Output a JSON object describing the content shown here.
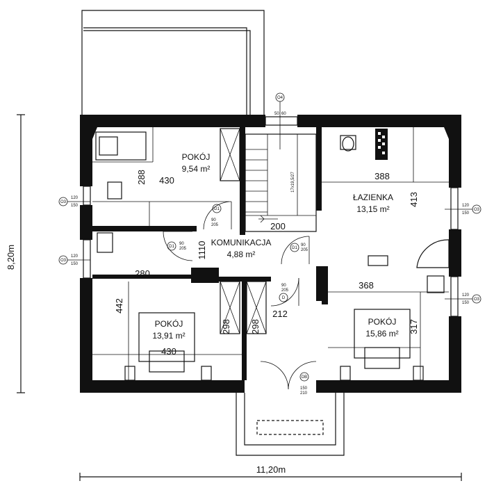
{
  "rooms": [
    {
      "name": "POKÓJ",
      "area": "9,54 m²"
    },
    {
      "name": "ŁAZIENKA",
      "area": "13,15 m²"
    },
    {
      "name": "KOMUNIKACJA",
      "area": "4,88 m²"
    },
    {
      "name": "POKÓJ",
      "area": "13,91 m²"
    },
    {
      "name": "POKÓJ",
      "area": "15,86 m²"
    }
  ],
  "dimensions": {
    "overall_width": "11,20m",
    "overall_height": "8,20m",
    "d430_top": "430",
    "d288": "288",
    "d388": "388",
    "d413": "413",
    "d200": "200",
    "d1110": "1110",
    "d280": "280",
    "d368": "368",
    "d442": "442",
    "d430_bottom": "430",
    "d298_left": "298",
    "d298_right": "298",
    "d212": "212",
    "d317": "317"
  },
  "windows": {
    "o3_label": "O3",
    "o3_top": "120",
    "o3_bottom": "150",
    "o4_label": "O4",
    "o4_top": "50",
    "o4_bottom": "60"
  },
  "doors": {
    "d1_label": "D1",
    "d1_top": "90",
    "d1_bottom": "205",
    "d2_label": "D",
    "d2_top": "90",
    "d2_bottom": "205",
    "db_label": "DB",
    "db_top": "150",
    "db_bottom": "210"
  },
  "stairs_label": "17x19,5/27"
}
